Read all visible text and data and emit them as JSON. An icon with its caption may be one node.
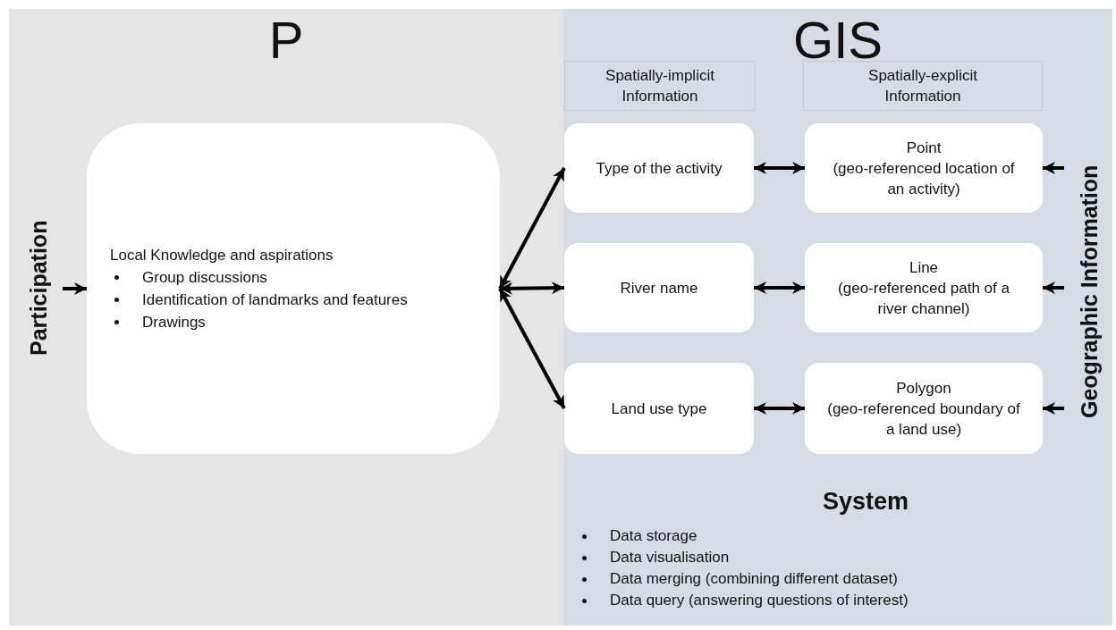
{
  "diagram": {
    "nodes": [
      {
        "text": [
          "P"
        ]
      },
      {
        "text": [
          "GIS",
          "System",
          "Data storage",
          "Data visualisation",
          "Data merging (combining different dataset)",
          "Data query (answering questions of interest)"
        ]
      },
      {
        "text": [
          "Participation"
        ],
        "in": 0
      },
      {
        "text": [
          "Local Knowledge and aspirations",
          "Group discussions",
          "Identification of landmarks and features",
          "Drawings"
        ],
        "in": 0
      },
      {
        "text": [
          "Spatially-implicit Information"
        ],
        "in": 1
      },
      {
        "text": [
          "Spatially-explicit Information"
        ],
        "in": 1
      },
      {
        "text": [
          "Type of the activity"
        ],
        "in": 1
      },
      {
        "text": [
          "Point",
          "(geo-referenced location of an activity)"
        ],
        "in": 1
      },
      {
        "text": [
          "River name"
        ],
        "in": 1
      },
      {
        "text": [
          "Line",
          "(geo-referenced path of a river channel)"
        ],
        "in": 1
      },
      {
        "text": [
          "Land use type"
        ],
        "in": 1
      },
      {
        "text": [
          "Polygon",
          "(geo-referenced boundary of a land use)"
        ],
        "in": 1
      },
      {
        "text": [
          "Geographic Information"
        ],
        "in": 1
      }
    ],
    "edges": [
      {
        "from": 2,
        "to": 3,
        "arrow": "to"
      },
      {
        "from": 3,
        "to": 6,
        "arrow": "both"
      },
      {
        "from": 3,
        "to": 8,
        "arrow": "both"
      },
      {
        "from": 3,
        "to": 10,
        "arrow": "both"
      },
      {
        "from": 6,
        "to": 7,
        "arrow": "both"
      },
      {
        "from": 8,
        "to": 9,
        "arrow": "both"
      },
      {
        "from": 10,
        "to": 11,
        "arrow": "both"
      },
      {
        "from": 12,
        "to": 7,
        "arrow": "to"
      },
      {
        "from": 12,
        "to": 9,
        "arrow": "to"
      },
      {
        "from": 12,
        "to": 11,
        "arrow": "to"
      }
    ]
  }
}
